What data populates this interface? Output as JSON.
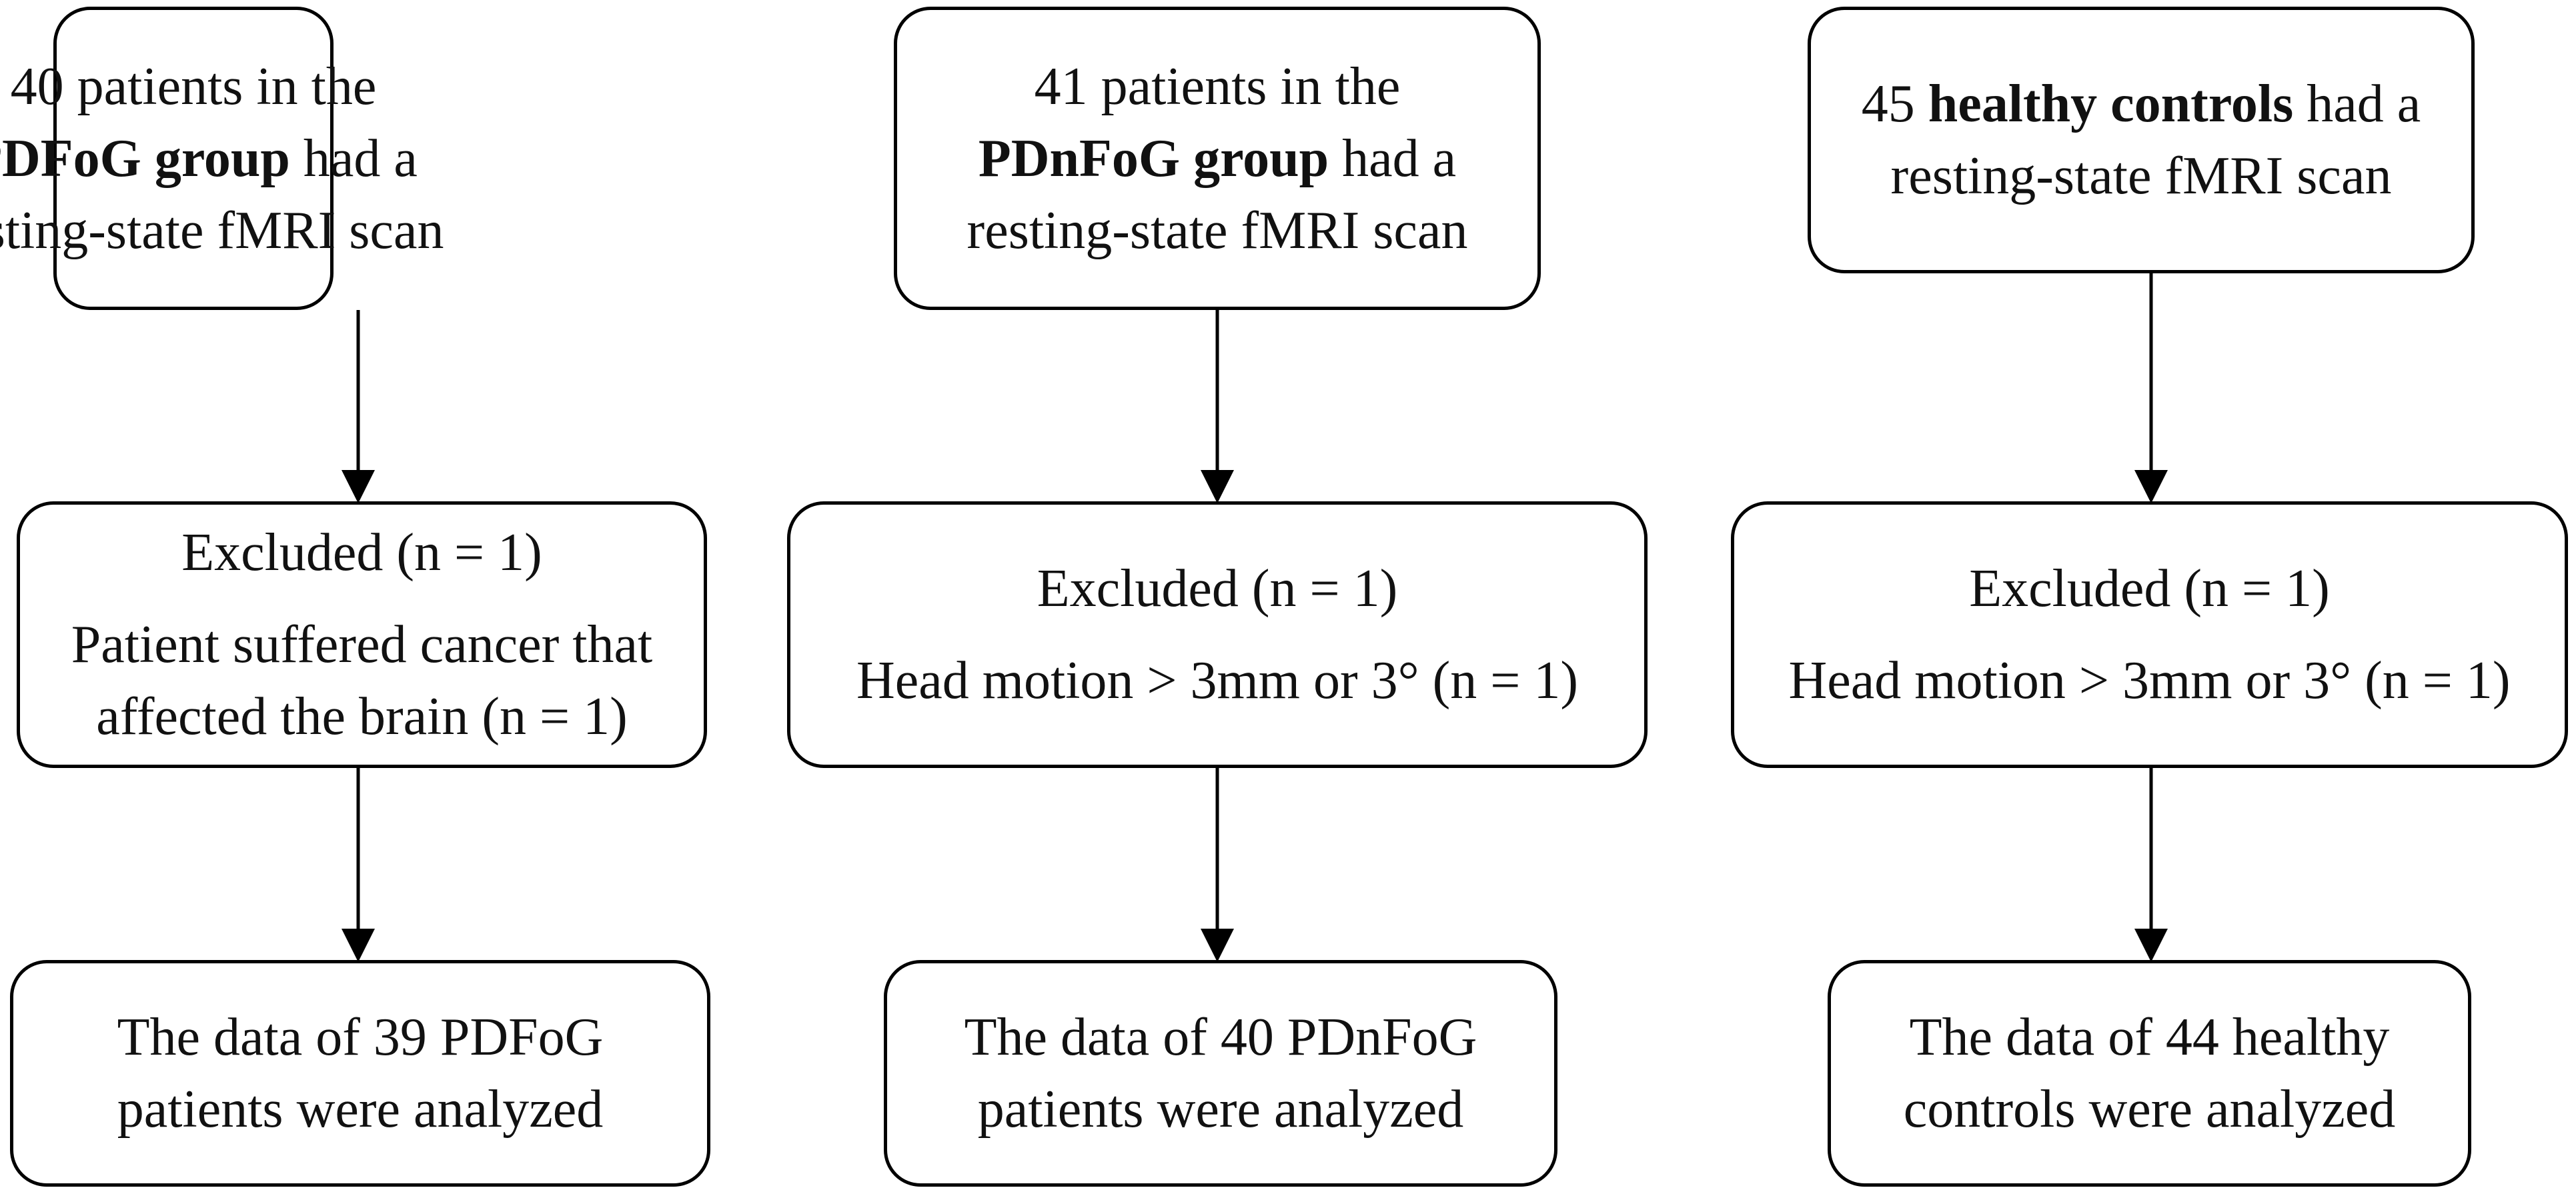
{
  "columns": [
    {
      "top": {
        "lines": [
          {
            "parts": [
              {
                "text": "40 patients in the",
                "bold": false
              }
            ]
          },
          {
            "parts": [
              {
                "text": "PDFoG group",
                "bold": true
              },
              {
                "text": " had a",
                "bold": false
              }
            ]
          },
          {
            "parts": [
              {
                "text": "resting-state fMRI scan",
                "bold": false
              }
            ]
          }
        ]
      },
      "excluded": {
        "title": "Excluded (n = 1)",
        "reason_lines": [
          "Patient suffered cancer that",
          "affected the brain (n = 1)"
        ]
      },
      "result": {
        "lines": [
          "The data of 39 PDFoG",
          "patients were analyzed"
        ]
      }
    },
    {
      "top": {
        "lines": [
          {
            "parts": [
              {
                "text": "41 patients in the",
                "bold": false
              }
            ]
          },
          {
            "parts": [
              {
                "text": "PDnFoG group",
                "bold": true
              },
              {
                "text": " had a",
                "bold": false
              }
            ]
          },
          {
            "parts": [
              {
                "text": "resting-state fMRI scan",
                "bold": false
              }
            ]
          }
        ]
      },
      "excluded": {
        "title": "Excluded (n = 1)",
        "reason_lines": [
          "Head motion > 3mm or 3° (n = 1)"
        ]
      },
      "result": {
        "lines": [
          "The data of 40 PDnFoG",
          "patients were analyzed"
        ]
      }
    },
    {
      "top": {
        "lines": [
          {
            "parts": [
              {
                "text": "45 ",
                "bold": false
              },
              {
                "text": "healthy controls",
                "bold": true
              },
              {
                "text": " had a",
                "bold": false
              }
            ]
          },
          {
            "parts": [
              {
                "text": "resting-state fMRI scan",
                "bold": false
              }
            ]
          }
        ]
      },
      "excluded": {
        "title": "Excluded (n = 1)",
        "reason_lines": [
          "Head motion > 3mm or 3° (n = 1)"
        ]
      },
      "result": {
        "lines": [
          "The data of 44 healthy",
          "controls were analyzed"
        ]
      }
    }
  ]
}
